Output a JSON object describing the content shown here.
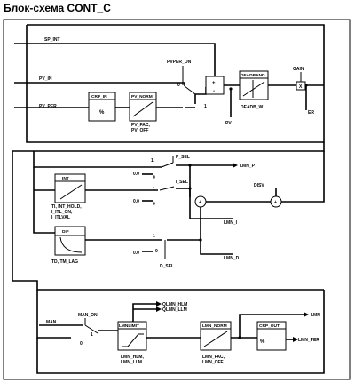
{
  "title": "Блок-схема CONT_C",
  "signals": {
    "sp_int": "SP_INT",
    "pv_in": "PV_IN",
    "pv_per": "PV_PER",
    "pvper_on": "PVPER_ON",
    "pv": "PV",
    "deadb_w": "DEADB_W",
    "gain": "GAIN",
    "er": "ER",
    "lmn_p": "LMN_P",
    "lmn_i": "LMN_I",
    "lmn_d": "LMN_D",
    "disv": "DISV",
    "p_sel": "P_SEL",
    "i_sel": "I_SEL",
    "d_sel": "D_SEL",
    "int_params": "TI, INT_HOLD,",
    "int_params2": "I_ITL_ON,",
    "int_params3": "I_ITLVAL",
    "dif_params": "TD, TM_LAG",
    "man": "MAN",
    "man_on": "MAN_ON",
    "qlmn_hlm": "QLMN_HLM",
    "qlmn_llm": "QLMN_LLM",
    "lmn": "LMN",
    "lmn_per": "LMN_PER",
    "lmnlimit_params": "LMN_HLM,",
    "lmnlimit_params2": "LMN_LLM",
    "lmnnorm_params": "LMN_FAC,",
    "lmnnorm_params2": "LMN_OFF",
    "pvnorm_params": "PV_FAC,",
    "pvnorm_params2": "PV_OFF"
  },
  "blocks": {
    "crp_in": "CRP_IN",
    "pv_norm": "PV_NORM",
    "deadband": "DEADBAND",
    "int": "INT",
    "dif": "DIF",
    "lmnlimit": "LMNLIMIT",
    "lmn_norm": "LMN_NORM",
    "crp_out": "CRP_OUT"
  },
  "symbols": {
    "percent": "%",
    "plus": "+",
    "minus": "-",
    "mult": "X",
    "zero": "0",
    "one": "1",
    "zero_dot_zero": "0.0"
  }
}
